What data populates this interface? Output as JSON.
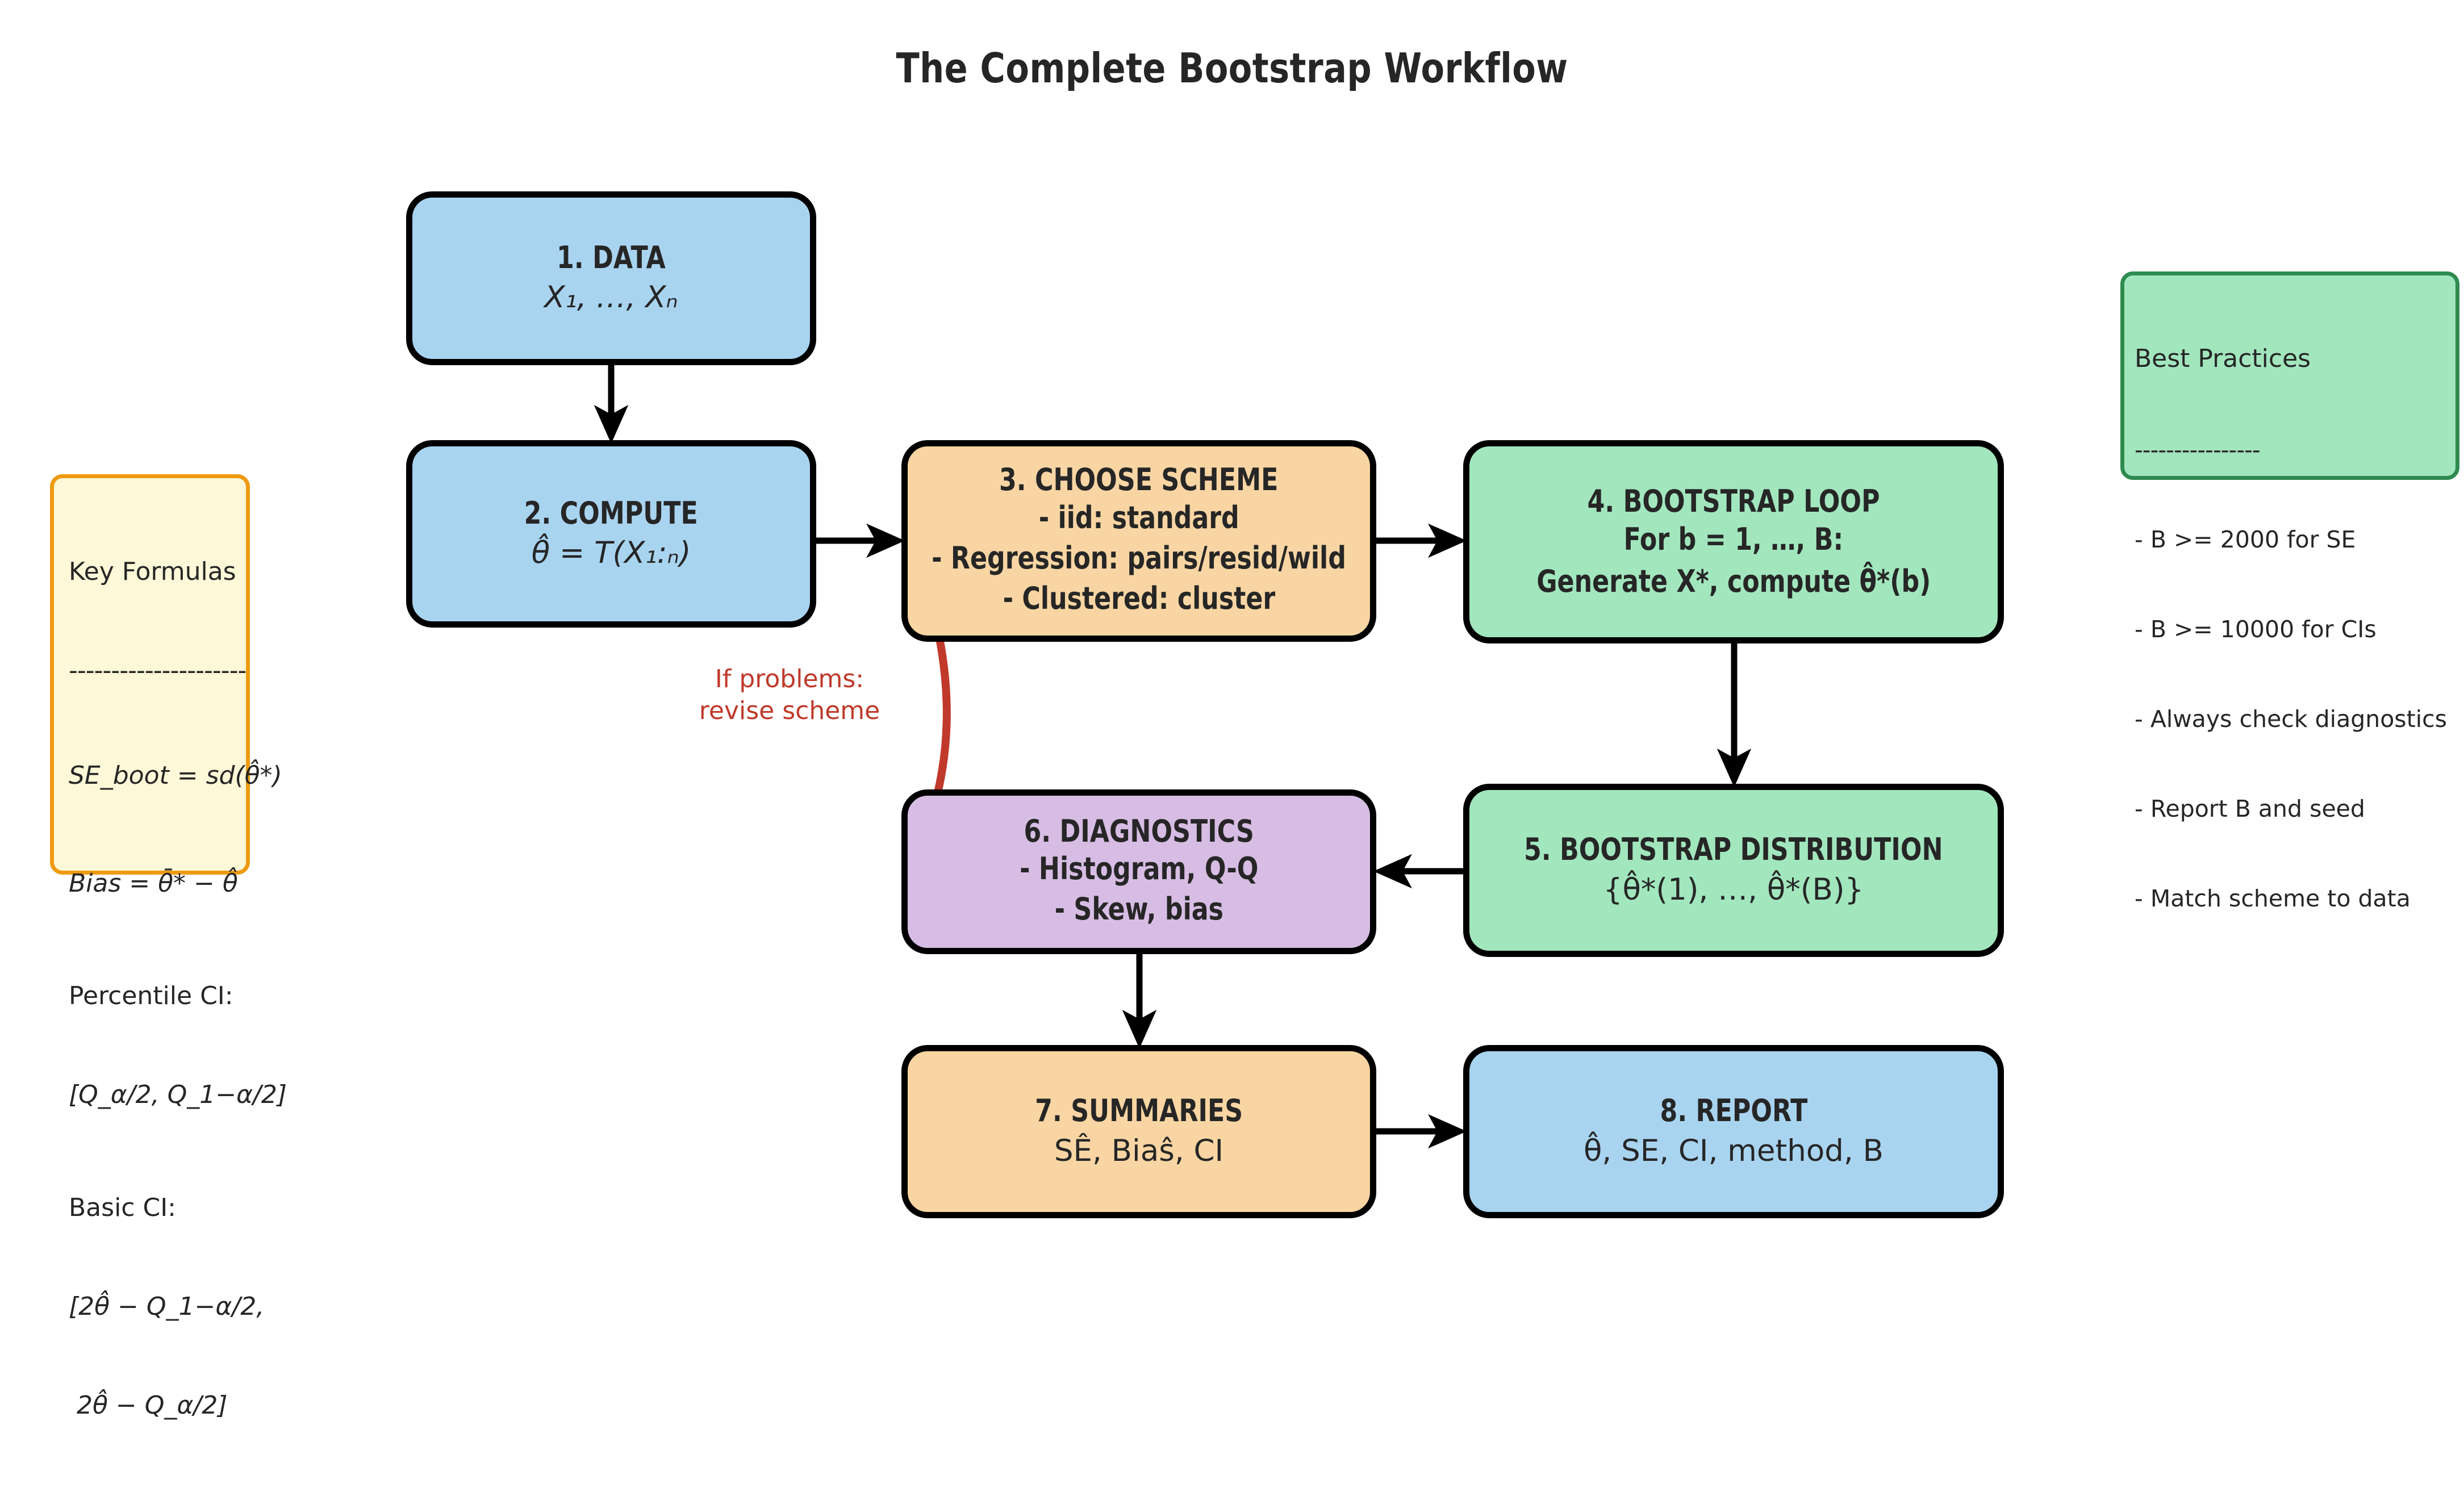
{
  "title": "The Complete Bootstrap Workflow",
  "colors": {
    "blue": "#A9D4F0",
    "orange": "#F8D5A3",
    "green": "#A2E6BE",
    "purple": "#D7BDE4",
    "formula_fill": "#FCF8D8",
    "formula_border": "#EE9A10",
    "practices_fill": "#A2E6BE",
    "practices_border": "#2E8B4F",
    "feedback_red": "#C0392B",
    "outline": "#000000"
  },
  "nodes": [
    {
      "id": "1",
      "title": "1. DATA",
      "subtitle": "X₁, …, Xₙ",
      "fill": "blue"
    },
    {
      "id": "2",
      "title": "2. COMPUTE",
      "subtitle": "θ̂ = T(X₁:ₙ)",
      "fill": "blue"
    },
    {
      "id": "3",
      "title": "3. CHOOSE SCHEME",
      "lines": [
        "- iid: standard",
        "- Regression: pairs/resid/wild",
        "- Clustered: cluster"
      ],
      "fill": "orange"
    },
    {
      "id": "4",
      "title": "4. BOOTSTRAP LOOP",
      "line2": "For b = 1, …, B:",
      "line3": "Generate X*, compute θ̂*(b)",
      "fill": "green"
    },
    {
      "id": "5",
      "title": "5. BOOTSTRAP DISTRIBUTION",
      "subtitle": "{θ̂*(1), …, θ̂*(B)}",
      "fill": "green"
    },
    {
      "id": "6",
      "title": "6. DIAGNOSTICS",
      "lines": [
        "- Histogram, Q-Q",
        "- Skew, bias"
      ],
      "fill": "purple"
    },
    {
      "id": "7",
      "title": "7. SUMMARIES",
      "subtitle": "SÊ, Biaŝ, CI",
      "fill": "orange"
    },
    {
      "id": "8",
      "title": "8. REPORT",
      "subtitle": "θ̂, SE, CI, method, B",
      "fill": "blue"
    }
  ],
  "feedback_label": "If problems:\nrevise scheme",
  "formulas": {
    "heading": "Key Formulas",
    "rule": "---------------------",
    "items": [
      "SE_boot = sd(θ̂*)",
      "Bias = θ̄* − θ̂",
      "Percentile CI:",
      "[Q_α/2, Q_1−α/2]",
      "Basic CI:",
      "[2θ̂ − Q_1−α/2,",
      " 2θ̂ − Q_α/2]"
    ]
  },
  "practices": {
    "heading": "Best Practices",
    "rule": "----------------",
    "items": [
      "- B >= 2000 for SE",
      "- B >= 10000 for CIs",
      "- Always check diagnostics",
      "- Report B and seed",
      "- Match scheme to data"
    ]
  },
  "edges": [
    {
      "from": "1",
      "to": "2",
      "kind": "arrow-down"
    },
    {
      "from": "2",
      "to": "3",
      "kind": "arrow-right"
    },
    {
      "from": "3",
      "to": "4",
      "kind": "arrow-right"
    },
    {
      "from": "4",
      "to": "5",
      "kind": "arrow-down"
    },
    {
      "from": "5",
      "to": "6",
      "kind": "arrow-left"
    },
    {
      "from": "6",
      "to": "7",
      "kind": "arrow-down"
    },
    {
      "from": "7",
      "to": "8",
      "kind": "arrow-right"
    },
    {
      "from": "6",
      "to": "3",
      "kind": "curved-feedback-arrow",
      "color": "#C0392B"
    }
  ]
}
